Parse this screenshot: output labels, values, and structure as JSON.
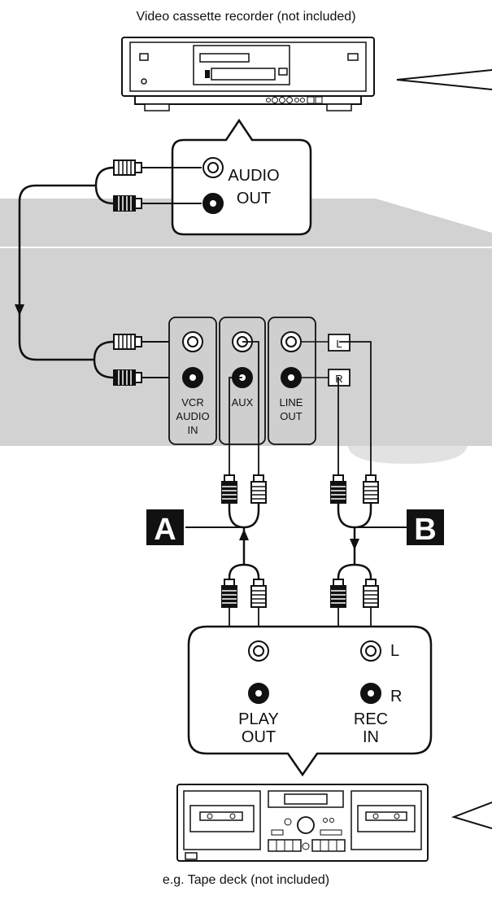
{
  "captions": {
    "top": "Video cassette recorder (not included)",
    "bottom": "e.g. Tape deck (not included)"
  },
  "vcr": {
    "audio_out_label_line1": "AUDIO",
    "audio_out_label_line2": "OUT"
  },
  "unit_panel": {
    "vcr_audio_in_line1": "VCR",
    "vcr_audio_in_line2": "AUDIO",
    "vcr_audio_in_line3": "IN",
    "aux": "AUX",
    "line_out_line1": "LINE",
    "line_out_line2": "OUT",
    "channel_left": "L",
    "channel_right": "R"
  },
  "markers": {
    "a": "A",
    "b": "B"
  },
  "tape_deck": {
    "play_out_line1": "PLAY",
    "play_out_line2": "OUT",
    "rec_in_line1": "REC",
    "rec_in_line2": "IN",
    "channel_left": "L",
    "channel_right": "R"
  },
  "colors": {
    "unit_body": "#d2d2d2",
    "panel": "#cfcfcf",
    "ink": "#111111",
    "marker_bg": "#111111"
  }
}
